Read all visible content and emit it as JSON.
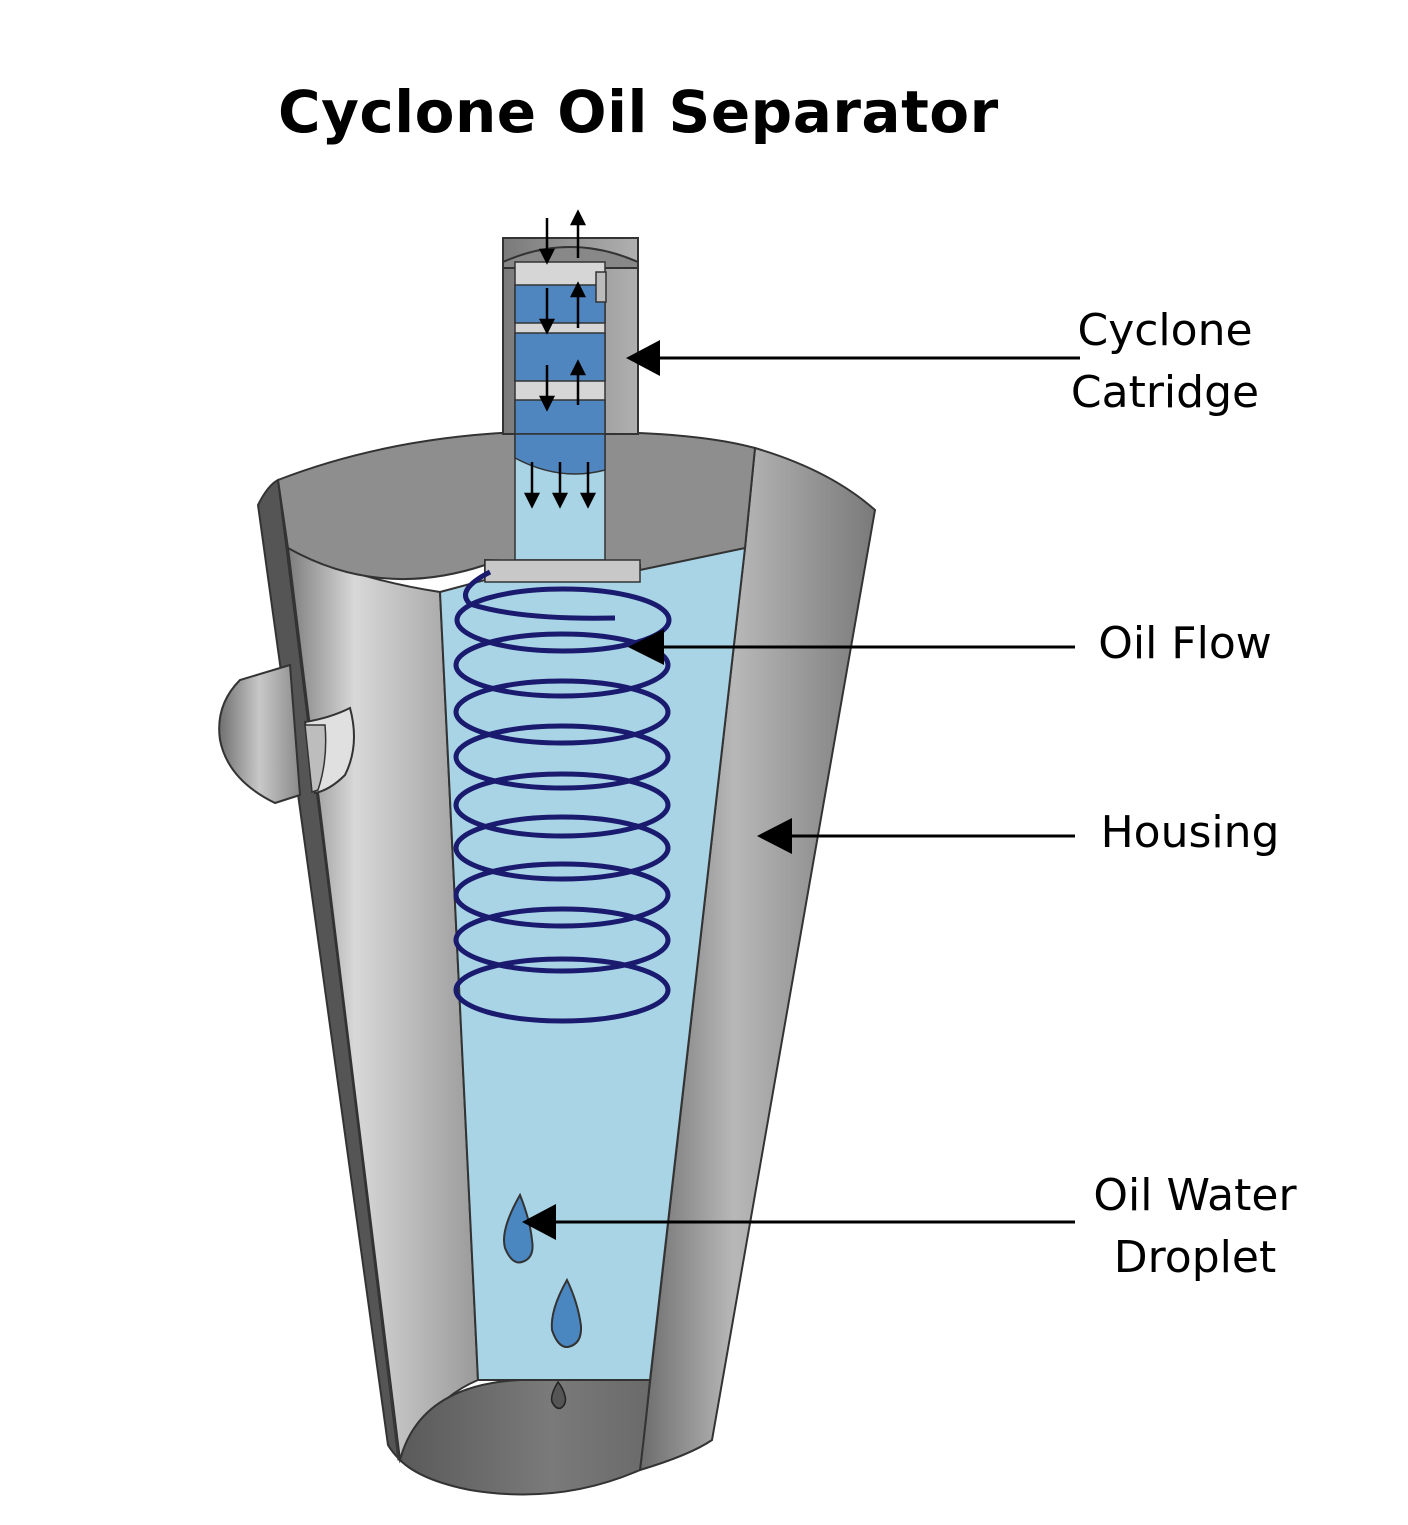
{
  "title": "Cyclone Oil Separator",
  "labels": {
    "cartridge": {
      "line1": "Cyclone",
      "line2": "Catridge"
    },
    "oil_flow": "Oil Flow",
    "housing": "Housing",
    "droplet": {
      "line1": "Oil Water",
      "line2": "Droplet"
    }
  },
  "colors": {
    "housing_light": "#cfcfcf",
    "housing_mid": "#9a9a9a",
    "housing_dark": "#6e6e6e",
    "liquid": "#a8d4e6",
    "cartridge_band": "#4f86c0",
    "spiral": "#1a1a6e",
    "droplet": "#4a86c0",
    "arrow": "#000000"
  }
}
